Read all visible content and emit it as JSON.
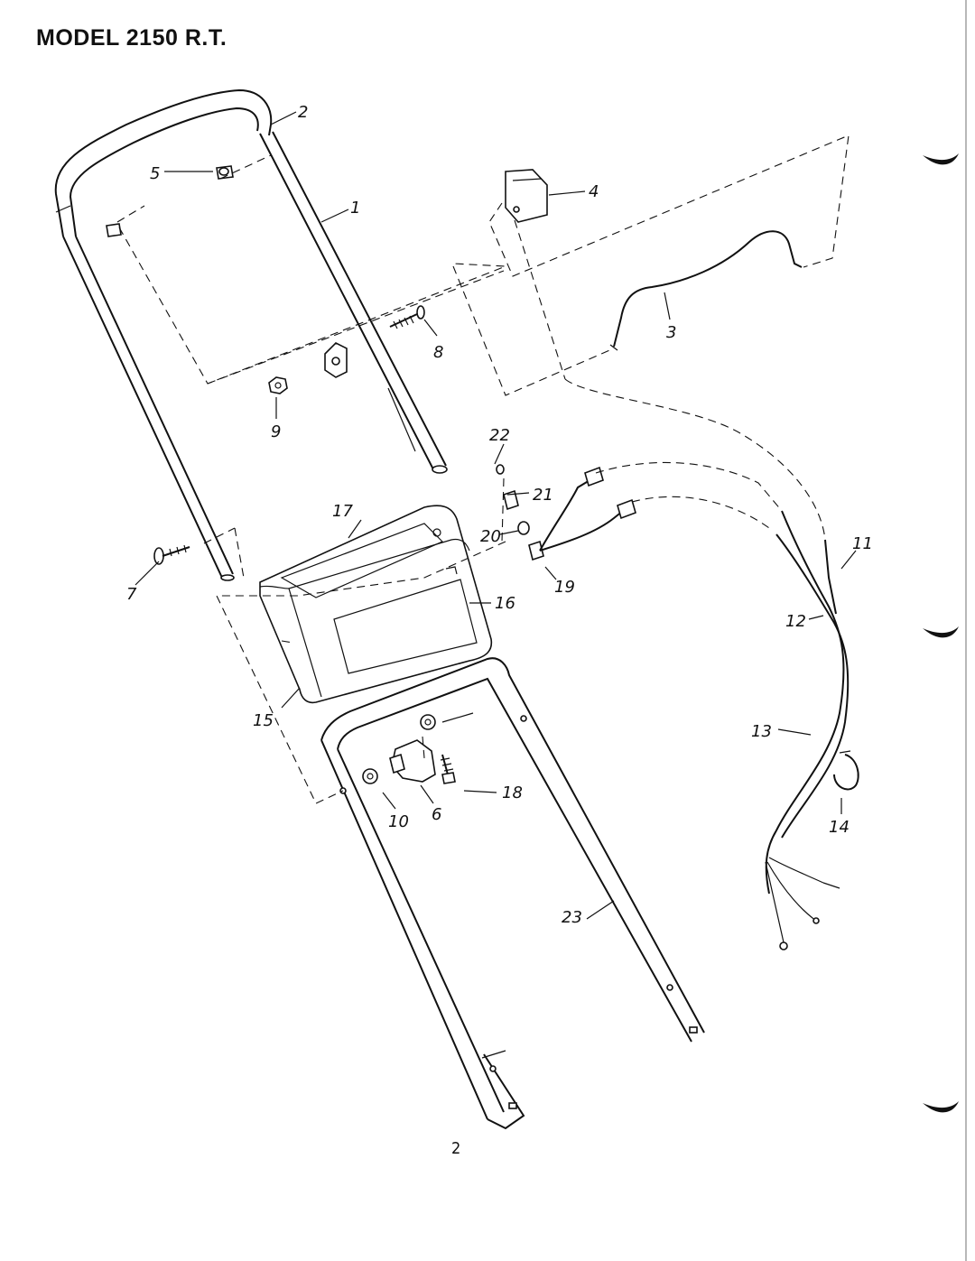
{
  "title": "MODEL 2150 R.T.",
  "page_number": "2",
  "callouts": [
    {
      "id": "c1",
      "label": "1"
    },
    {
      "id": "c2",
      "label": "2"
    },
    {
      "id": "c3",
      "label": "3"
    },
    {
      "id": "c4",
      "label": "4"
    },
    {
      "id": "c5",
      "label": "5"
    },
    {
      "id": "c6",
      "label": "6"
    },
    {
      "id": "c7",
      "label": "7"
    },
    {
      "id": "c8",
      "label": "8"
    },
    {
      "id": "c9",
      "label": "9"
    },
    {
      "id": "c10",
      "label": "10"
    },
    {
      "id": "c11",
      "label": "11"
    },
    {
      "id": "c12",
      "label": "12"
    },
    {
      "id": "c13",
      "label": "13"
    },
    {
      "id": "c14",
      "label": "14"
    },
    {
      "id": "c15",
      "label": "15"
    },
    {
      "id": "c16",
      "label": "16"
    },
    {
      "id": "c17",
      "label": "17"
    },
    {
      "id": "c18",
      "label": "18"
    },
    {
      "id": "c19",
      "label": "19"
    },
    {
      "id": "c20",
      "label": "20"
    },
    {
      "id": "c21",
      "label": "21"
    },
    {
      "id": "c22",
      "label": "22"
    },
    {
      "id": "c23",
      "label": "23"
    }
  ]
}
